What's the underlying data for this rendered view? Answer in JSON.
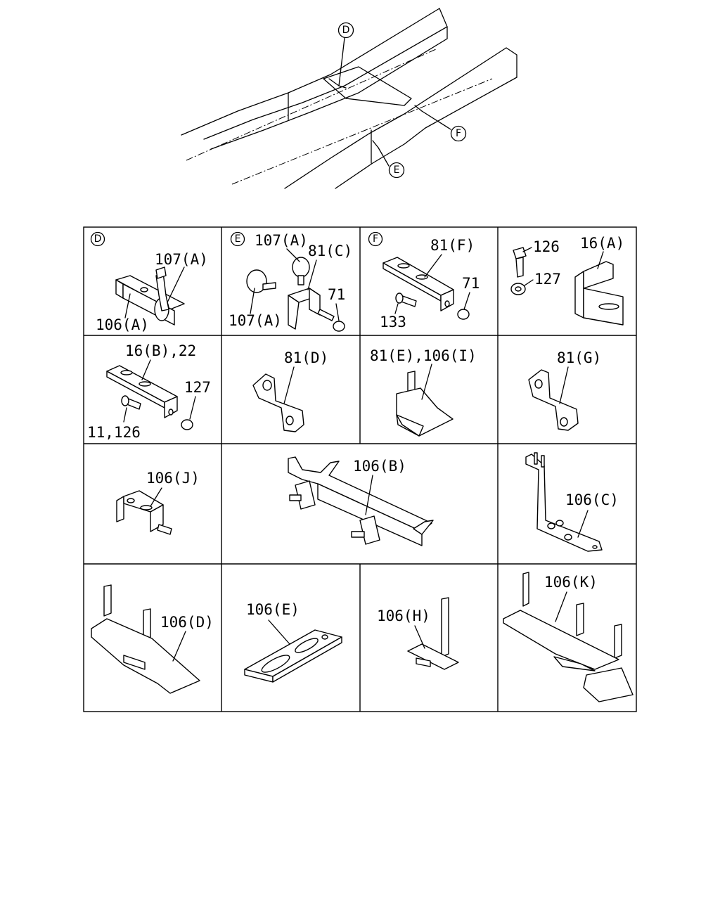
{
  "overview": {
    "callouts": [
      {
        "id": "callout-d",
        "letter": "D"
      },
      {
        "id": "callout-f",
        "letter": "F"
      },
      {
        "id": "callout-e",
        "letter": "E"
      }
    ]
  },
  "cells": {
    "d": {
      "marker": "D",
      "labels": [
        "107(A)",
        "106(A)"
      ]
    },
    "e": {
      "marker": "E",
      "labels": [
        "107(A)",
        "81(C)",
        "71",
        "107(A)"
      ]
    },
    "f": {
      "marker": "F",
      "labels": [
        "81(F)",
        "71",
        "133"
      ]
    },
    "r1c4": {
      "labels": [
        "126",
        "16(A)",
        "127"
      ]
    },
    "r2c1": {
      "labels": [
        "16(B),22",
        "127",
        "11,126"
      ]
    },
    "r2c2": {
      "labels": [
        "81(D)"
      ]
    },
    "r2c3": {
      "labels": [
        "81(E),106(I)"
      ]
    },
    "r2c4": {
      "labels": [
        "81(G)"
      ]
    },
    "r3c1": {
      "labels": [
        "106(J)"
      ]
    },
    "r3c2": {
      "labels": [
        "106(B)"
      ]
    },
    "r3c4": {
      "labels": [
        "106(C)"
      ]
    },
    "r4c1": {
      "labels": [
        "106(D)"
      ]
    },
    "r4c2": {
      "labels": [
        "106(E)"
      ]
    },
    "r4c3": {
      "labels": [
        "106(H)"
      ]
    },
    "r4c4": {
      "labels": [
        "106(K)"
      ]
    }
  }
}
